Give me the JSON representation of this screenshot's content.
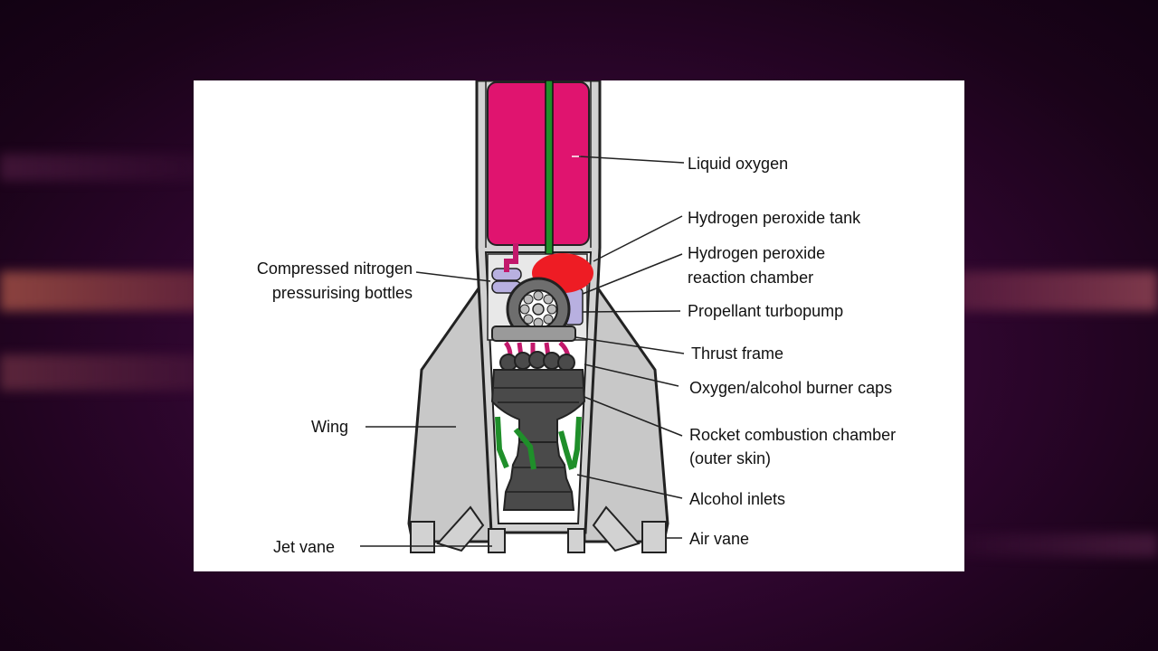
{
  "diagram": {
    "labels": {
      "liquid_oxygen": "Liquid oxygen",
      "hydrogen_peroxide_tank": "Hydrogen peroxide tank",
      "hydrogen_peroxide_reaction_chamber_line1": "Hydrogen peroxide",
      "hydrogen_peroxide_reaction_chamber_line2": "reaction chamber",
      "compressed_nitrogen_line1": "Compressed nitrogen",
      "compressed_nitrogen_line2": "pressurising bottles",
      "propellant_turbopump": "Propellant turbopump",
      "thrust_frame": "Thrust frame",
      "burner_caps": "Oxygen/alcohol burner caps",
      "wing": "Wing",
      "combustion_chamber_line1": "Rocket combustion chamber",
      "combustion_chamber_line2": "(outer skin)",
      "alcohol_inlets": "Alcohol inlets",
      "jet_vane": "Jet vane",
      "air_vane": "Air vane"
    },
    "colors": {
      "oxygen_tank": "#e0146f",
      "peroxide_tank": "#ee1c24",
      "alcohol_pipe": "#1f8f2a",
      "body": "#c8c8c8",
      "outline": "#222222",
      "engine": "#4a4a4a",
      "bottles": "#b8b0e0"
    }
  }
}
